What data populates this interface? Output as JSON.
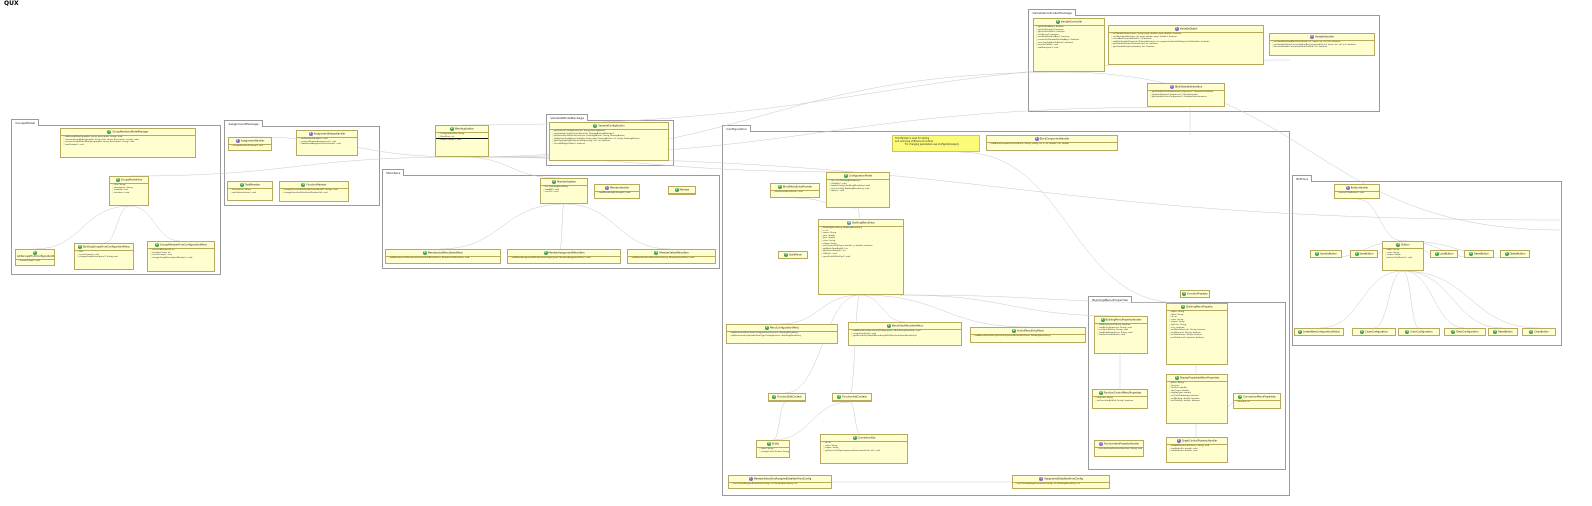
{
  "diagram": {
    "title": "QUX"
  },
  "packages": {
    "variablecontrollerpackage": "VariableControllerPackage",
    "groupsmodel": "GroupsModel",
    "assignmentpackage": "AssignmentPackage",
    "variablemodelpackage": "VariableModelPackage",
    "members": "Members",
    "configuration": "Configuration",
    "buildingmenuproperties": "BuildingMenuProperties",
    "buttons": "Buttons"
  },
  "note": {
    "lines": [
      "This Handler is used for adding",
      "and removing of Blocks at runtime",
      "For changing parameters use ConfigurationApply"
    ]
  },
  "classes": {
    "variablecontroller": {
      "name": "VariableController",
      "members": [
        "getDefinedAny(): boolean",
        "getGetStorage(): boolean",
        "getGetSetValue(): boolean",
        "setValues(): boolean",
        "setVariablePortIsAny(): boolean",
        "createGetVariablePortVoidAny(): boolean",
        "saveConfigValueToBlock(): boolean",
        "saveToCloud(): void",
        "loadfromjson(): void"
      ]
    },
    "variableobject": {
      "name": "VariableObject",
      "members": [
        "setVariableValue(name: string, prop: double, prop: double): boolean",
        "setValueVariable(type: int, prop: double, prop: double): boolean",
        "checkAndCreateVariable(): int boolean",
        "addGetVariablePropertiesToVariable(name: int, propertiesFromSetPropertiesToVariable): boolean",
        "getVariablePropertiesFromLoad: int: boolean",
        "getVariableProperty(loaded: int): boolean"
      ]
    },
    "variablehandler": {
      "name": "VariableHandler",
      "members": [
        "setVariableValueAfterUnsetVar(id: int, name: int, val: int): boolean",
        "setVariableValueConsumeValueAnyConsumed(id: int, name: int, val: int): boolean",
        "RestartVariableConsumedValueForId(id: int): boolean"
      ]
    },
    "ibuildvariableinterface": {
      "name": "IBuildVariableInterface",
      "members": [
        "getVariableVisualStateFromComponent(): VariableVisualState",
        "getVariableFromComponent(): VariableLoader",
        "getVariableSetterComponent(): VariableSetterInstance"
      ]
    },
    "groupmodelmanager": {
      "name": "GroupMembersModelManager",
      "members": [
        "addGroupModel(groupId: string, description: string): void",
        "removeGroupModel(groupId: string, title: string, description: string): void",
        "removeGroupModelMember(groupId: string, description: string): void",
        "loadGroups(): void"
      ]
    },
    "groupsmodelinfo": {
      "name": "GroupsModelInfos",
      "members": [
        "title: String",
        "description: String",
        "enabled: void",
        "members: void"
      ]
    },
    "addgroupfromconfig": {
      "name": "AddGroupsFromConfigurationMenu",
      "members": [
        "createGroup(): void"
      ]
    },
    "buildgroupfromconfig": {
      "name": "BuildingGroupsFromConfigurationMenu",
      "members": [
        "title",
        "createGroup(): void",
        "changeGroupDescription(): String void"
      ]
    },
    "groupsmemberfromconfig": {
      "name": "GroupsMemberFromConfigurationMenu",
      "members": [
        "selectedMemberId: int",
        "memberCount: int",
        "createGroup(): void",
        "changeGroupDescriptionMember(): void"
      ]
    },
    "assignmenthandler": {
      "name": "AssignmentHandler",
      "members": [
        "assignMemberToGroup(): void"
      ]
    },
    "assignmentsetups": {
      "name": "AssignmentSetupsHandler",
      "members": [
        "setMemberNumber(): void",
        "removeMemberAssignment(): void",
        "loadSavedAssignmentsForGroup(): void"
      ]
    },
    "taskmember": {
      "name": "TaskMember",
      "members": [
        "description: String",
        "taskStatus(status): void"
      ]
    },
    "functionmember": {
      "name": "FunctionMember",
      "members": [
        "changeFunctionForMember(memberId(): String): void",
        "changeFunctionValueFromMember(id): void"
      ]
    },
    "varconfigsection": {
      "name": "VariableConfigSection",
      "members": [
        "getValueOfConfigSection(id): String FloatingButton",
        "getVariableConfigChoiceMenu(id): FloatingButtonWithLabel",
        "getButtonFieldFromSection(var: FloatingButton): String FloatingButton",
        "getButtonConfigFromConfigSection(config: FloatingButton, id: config: FloatingButton)",
        "getDisplayHeightValueInConfig(config: Int): Int: boolean",
        "checkIfWidgetIsMax(): boolean"
      ]
    },
    "ibuildinterface": {
      "name": "IBuildInterface",
      "members": [
        "changeMenuNameOfGroup(): boolean",
        "lastKeyVisibility: boolean",
        "lastVisibleState: int",
        "subscribedBuildState: void",
        "stateUseMembers: void"
      ]
    },
    "membersystemmodel": {
      "name": "MemberSystem",
      "members": [
        "list: BuildingMenuEntry",
        "loadAll(): void",
        "sizeOf(): void"
      ]
    },
    "memberlisthandler": {
      "name": "MemberHandler",
      "members": [
        "loadMembersByGroupId(): void"
      ]
    },
    "member": {
      "name": "Member",
      "members": []
    },
    "memberslistmenuitems": {
      "name": "MembersListMenuItemsMenu",
      "members": [
        "addMembersListMenuItemInterfaceForActionMenu: MemberListMenuItem: void"
      ]
    },
    "memberassignmentmenu": {
      "name": "MemberAssignmentMenuItem",
      "members": [
        "addMenuAssignmentMenuItemSettingsOption: MemberAssignmentMenu: void"
      ]
    },
    "memberselectmenu": {
      "name": "MemberSelectMenuItem",
      "members": [
        "addMemberSelectMenuItemSetting: MemberSelectMenu: void"
      ]
    },
    "blockcomponenthandler": {
      "name": "BlockComponentHandler",
      "members": [
        "addBlockFromJson(selectedItem: String, config: int, x: int, double: int): double"
      ]
    },
    "configurationmodel": {
      "name": "ConfigurationModel",
      "members": [
        "list: List<BuildingMenuEntry>",
        "isVisible(): void",
        "loadedConfig: BuildingMenuEntry: void",
        "activeConfig: BuildingMenuEntry: void",
        "objects: void"
      ]
    },
    "blockmenuprovider": {
      "name": "BlockMenuEntryProvider",
      "members": [
        "blockFromMenuItem(): void"
      ]
    },
    "buildingmenuentry": {
      "name": "BuildingMenuEntry",
      "members": [
        "BuildingMenuEntry: BuildingMenuEntry",
        "x: int",
        "name: String",
        "prio: double",
        "prio: double",
        "color: String",
        "shape: String",
        "setConnectPoint(pos: double, y: double): boolean",
        "getBlockFromBoxId(): int",
        "getParentEntryId(): int",
        "isMain(): void",
        "openDetail(FieldOpt(): void"
      ]
    },
    "buildpanel": {
      "name": "BuildPanel",
      "members": []
    },
    "functionpropertyview": {
      "name": "FunctionProperty",
      "members": []
    },
    "menuconfigurationview": {
      "name": "MenuConfigurationMenu",
      "members": [
        "addFunctionsMenuFromConfiguration(function): BuildingMenuEntry",
        "addFunctionalityVariableFromTypeConfigInterface: BuildingMenuEntry"
      ]
    },
    "menuentrymenuitem": {
      "name": "MenuEntryMenuItemMenu",
      "members": [
        "addMenuEntryMenuItemSettingsOption: MenuEntryMenuItem: void",
        "createFromJson(): void",
        "getMenuEntryToBuildMenuEntryWithMenuItemFromMenuEntry()"
      ]
    },
    "actionmenuentry": {
      "name": "ActionMenuEntryMenu",
      "members": [
        "addActionMenuEntryMenuItemOption(ActionMenuItem: BuildingMenuEntry)"
      ]
    },
    "functioneditcontext": {
      "name": "FunctionEditContext",
      "members": []
    },
    "functionaddcontext": {
      "name": "FunctionAddContext",
      "members": []
    },
    "entity": {
      "name": "Entity",
      "members": [
        "color: String",
        "changeColorOf(color: String): void"
      ]
    },
    "connectionkey": {
      "name": "ConnectionKey",
      "members": [
        "id: int",
        "color: String",
        "shape: String",
        "getParentConfigComponentSelectionInfo(val: int): void"
      ]
    },
    "memberselectdataitem": {
      "name": "MemberSelectAndAssignedDataItemFromConfig",
      "members": [
        "canChooseAssignedDataFromConfig: int: BuildingMenuEntry: int"
      ]
    },
    "assignmentdataitem": {
      "name": "AssignmentDataItemFromConfig",
      "members": [
        "canChooseAssignmentsFromConfig: int: BuildingMenuEntry: int"
      ]
    },
    "buildingmenupropertyhandler": {
      "name": "BuildingMenuPropertyHandler",
      "members": [
        "loadPropertiesOfEntry: boolean",
        "loadEntryProperties: String: void",
        "setValueToEntry: String: void",
        "loadDropDownItems: String: void",
        "loadSelectedValueIn: void"
      ]
    },
    "buildingmenuproperty": {
      "name": "BuildingMenuProperty",
      "members": [
        "name: String",
        "label: String",
        "id: int",
        "color: String",
        "shape: String",
        "bgColor: String",
        "size: boolean",
        "setMainValue(val): String: boolean",
        "setValue(val: String): boolean",
        "setHideStatus: String: boolean",
        "setVisible(val): boolean: boolean"
      ]
    },
    "functioncontrolmenuproperties": {
      "name": "FunctionControlMenuProperties",
      "members": [
        "function: String",
        "setFunctionById(id: String): boolean"
      ]
    },
    "displaypropertieshandler": {
      "name": "DisplayPropertiesMenuProperties",
      "members": [
        "point: String",
        "function",
        "lineSize: double",
        "lineCount: double",
        "displayType: double",
        "setLineShadowing: boolean",
        "setBlinking: double: boolean",
        "setVisibility: double: boolean"
      ]
    },
    "connectionmenuproperties": {
      "name": "ConnectionMenuProperties",
      "members": [
        "Needed: int"
      ]
    },
    "functionitempropertyhandler": {
      "name": "FunctionItemPropertyHandler",
      "members": [
        "FunctionItemFunctionFunction: String: void"
      ]
    },
    "graphcontrolpropertyhandler": {
      "name": "GraphControlPropertyHandler",
      "members": [
        "setAddMenuItemDelivery: String: void",
        "loadValueStr: double: void",
        "loadValueInt: double: void"
      ]
    },
    "buttonhandler": {
      "name": "ButtonHandler",
      "members": [
        "buttonClickAction(): void"
      ]
    },
    "button": {
      "name": "Button",
      "members": [
        "label: String",
        "color: String",
        "shape: Shape",
        "buttonClickAction(): void"
      ]
    },
    "saveasbutton": {
      "name": "SaveAsButton",
      "members": []
    },
    "savebutton": {
      "name": "SaveButton",
      "members": []
    },
    "loadbutton": {
      "name": "LoadButton",
      "members": []
    },
    "resetbutton": {
      "name": "ResetButton",
      "members": []
    },
    "deletebutton": {
      "name": "DeleteButton",
      "members": []
    },
    "createnewconfigbutton": {
      "name": "CreateNewConfigurationButton",
      "members": []
    },
    "closeconfigbutton": {
      "name": "CloseConfiguration",
      "members": []
    },
    "undoconfigbutton": {
      "name": "UndoConfiguration",
      "members": []
    },
    "redoconfigbutton": {
      "name": "RedoConfiguration",
      "members": []
    },
    "resetbtn2": {
      "name": "ResetButton",
      "members": []
    },
    "closebutton": {
      "name": "CloseButton",
      "members": []
    },
    "main": {
      "name": "MainApplication",
      "members": [
        "ConfigurationFile: String",
        "ViewMenu: int"
      ],
      "footer": [
        "ModelChange(): void"
      ]
    }
  }
}
